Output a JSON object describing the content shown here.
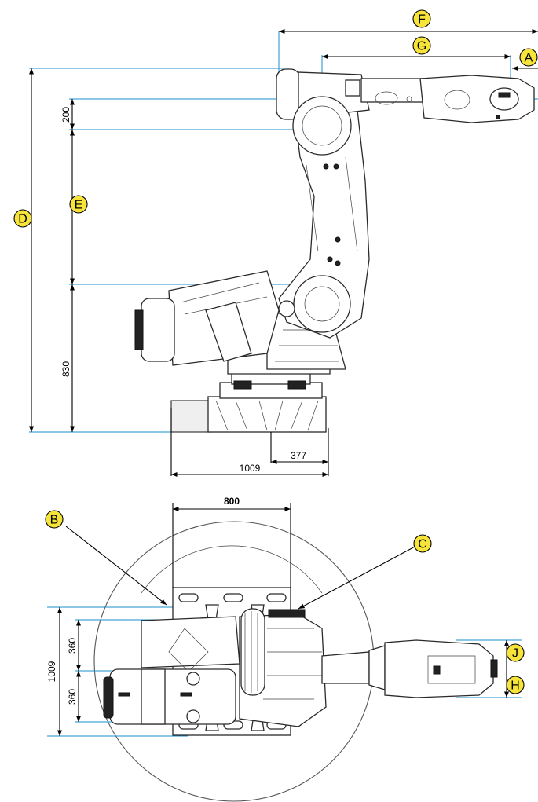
{
  "callouts": {
    "a": "A",
    "b": "B",
    "c": "C",
    "d": "D",
    "e": "E",
    "f": "F",
    "g": "G",
    "h": "H",
    "j": "J"
  },
  "side_view": {
    "dim_200": "200",
    "dim_830": "830",
    "dim_377": "377",
    "dim_1009": "1009"
  },
  "top_view": {
    "dim_800": "800",
    "dim_1009": "1009",
    "dim_360_upper": "360",
    "dim_360_lower": "360"
  },
  "colors": {
    "callout_fill": "#f7e43a",
    "reference_line": "#1a8fd0",
    "outline": "#2a2a2a"
  }
}
